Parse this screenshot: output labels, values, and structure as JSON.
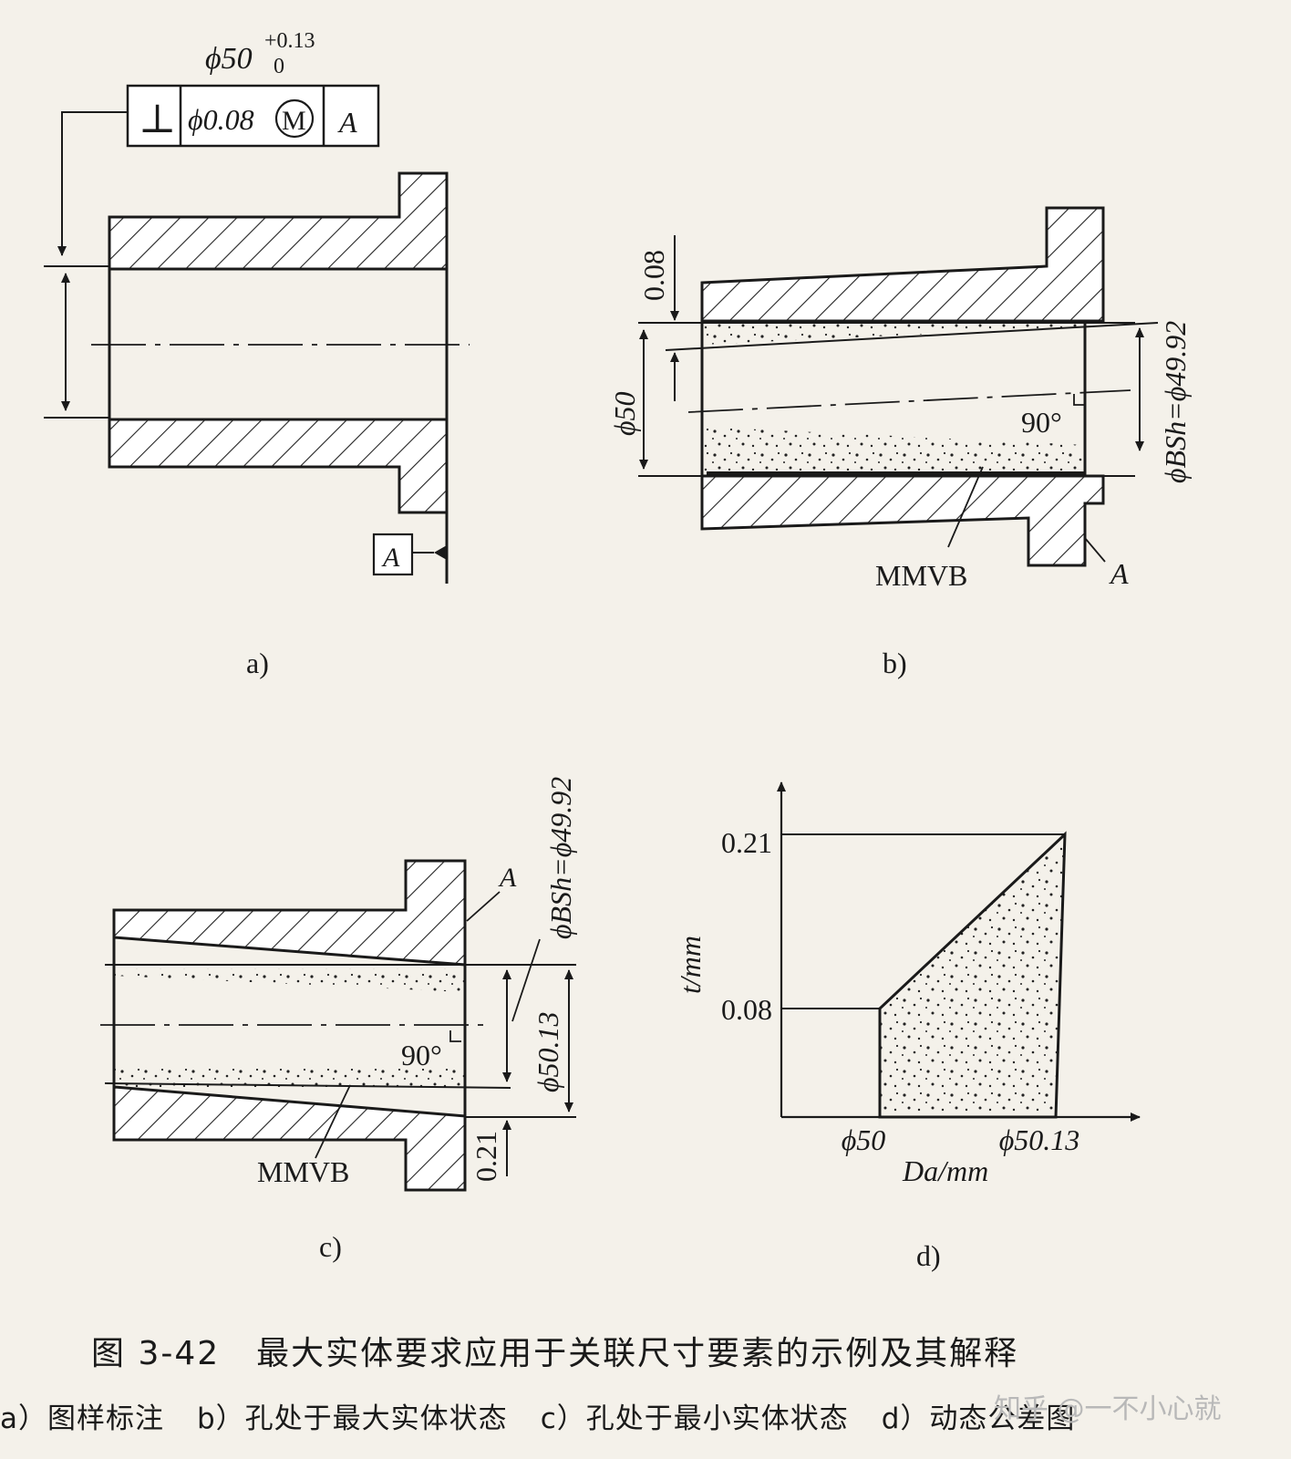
{
  "panel_a": {
    "size_value": "ϕ50",
    "upper_deviation": "+0.13",
    "lower_deviation": "0",
    "fcf_symbol": "⊥",
    "fcf_tolerance": "ϕ0.08",
    "fcf_modifier": "M",
    "fcf_datum": "A",
    "datum_letter": "A",
    "label": "a)"
  },
  "panel_b": {
    "dim_top": "0.08",
    "dim_left": "ϕ50",
    "angle": "90°",
    "boundary": "MMVB",
    "datum": "A",
    "bs_label": "ϕBSh=ϕ49.92",
    "label": "b)"
  },
  "panel_c": {
    "datum": "A",
    "bs_label": "ϕBSh=ϕ49.92",
    "dim_dia": "ϕ50.13",
    "dim_021": "0.21",
    "angle": "90°",
    "boundary": "MMVB",
    "label": "c)"
  },
  "chart_data": {
    "type": "area",
    "title": "",
    "xlabel": "Da/mm",
    "ylabel": "t/mm",
    "x_ticks": [
      "ϕ50",
      "ϕ50.13"
    ],
    "y_ticks": [
      "0.08",
      "0.21"
    ],
    "x": [
      50,
      50.13
    ],
    "y": [
      0.08,
      0.21
    ],
    "label": "d)"
  },
  "caption": {
    "number": "图 3-42",
    "title": "最大实体要求应用于关联尺寸要素的示例及其解释",
    "sub_a": "a）图样标注",
    "sub_b": "b）孔处于最大实体状态",
    "sub_c": "c）孔处于最小实体状态",
    "sub_d": "d）动态公差图"
  },
  "watermark": "知乎 @一不小心就"
}
